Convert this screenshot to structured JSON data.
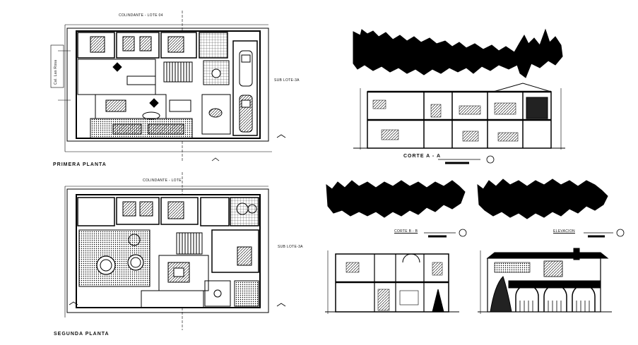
{
  "plan1": {
    "title": "PRIMERA PLANTA",
    "top_label": "COLINDANTE - LOTE 04",
    "right_label": "SUB LOTE-3A",
    "left_label": "Cal. Las Rosa"
  },
  "plan2": {
    "title": "SEGUNDA PLANTA",
    "top_label": "COLINDANTE - LOTE",
    "right_label": "SUB LOTE-3A"
  },
  "sections": {
    "section_a": "CORTE A - A",
    "section_b": "CORTE B - B",
    "elevation": "ELEVACION"
  },
  "colors": {
    "ink": "#000000",
    "paper": "#ffffff",
    "hatch": "#333333"
  }
}
